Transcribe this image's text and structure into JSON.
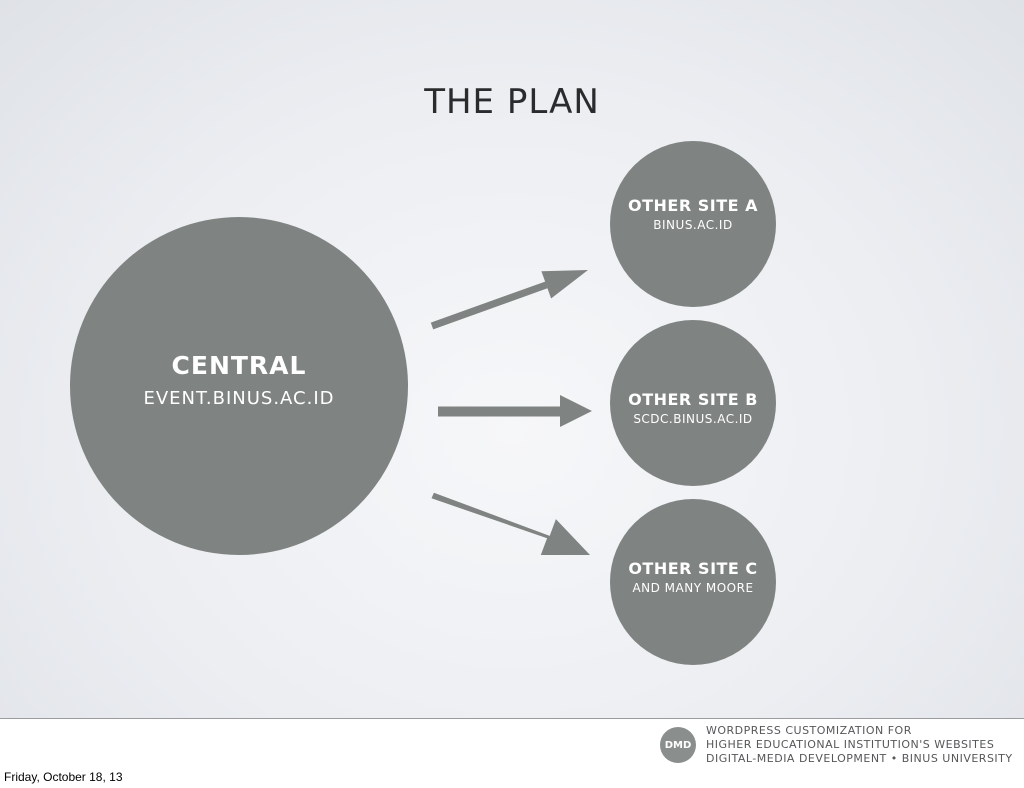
{
  "slide": {
    "title": "THE PLAN"
  },
  "central": {
    "name": "CENTRAL",
    "url": "EVENT.BINUS.AC.ID"
  },
  "sites": [
    {
      "name": "OTHER SITE A",
      "url": "BINUS.AC.ID"
    },
    {
      "name": "OTHER SITE B",
      "url": "SCDC.BINUS.AC.ID"
    },
    {
      "name": "OTHER SITE C",
      "url": "AND MANY MOORE"
    }
  ],
  "footer": {
    "logo_text": "DMD",
    "lines": [
      "WORDPRESS CUSTOMIZATION FOR",
      "HIGHER EDUCATIONAL INSTITUTION'S WEBSITES",
      "DIGITAL-MEDIA DEVELOPMENT • BINUS UNIVERSITY"
    ]
  },
  "date_label": "Friday, October 18, 13",
  "colors": {
    "node_fill": "#7f8381",
    "text_dark": "#2a2b2d"
  }
}
